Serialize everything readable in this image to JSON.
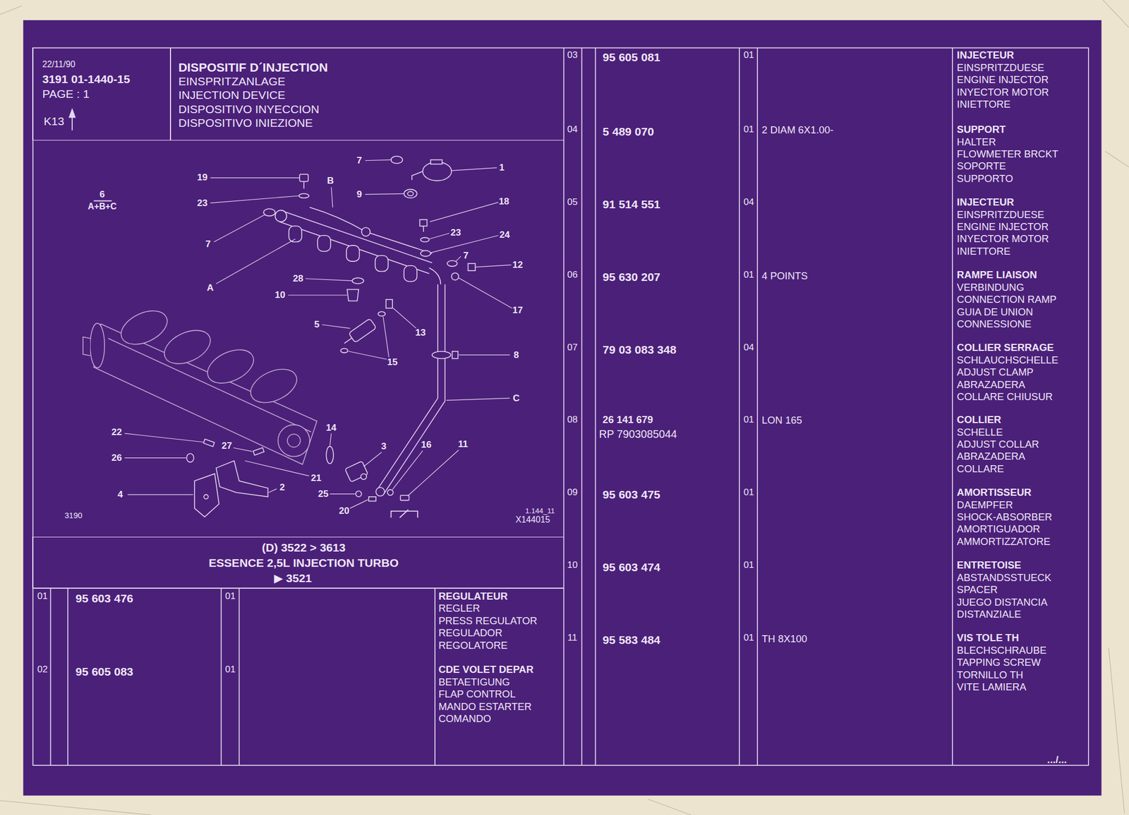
{
  "diagram": {
    "nodes": [
      {
        "text": [
          "22/11/90",
          "3191 01-1440-15",
          "PAGE : 1",
          "K13"
        ]
      },
      {
        "text": [
          "DISPOSITIF D´INJECTION",
          "EINSPRITZANLAGE",
          "INJECTION DEVICE",
          "DISPOSITIVO INYECCION",
          "DISPOSITIVO INIEZIONE"
        ]
      },
      {
        "text": [
          "(D) 3522 > 3613",
          "ESSENCE 2,5L INJECTION TURBO",
          "▶ 3521"
        ]
      }
    ],
    "labels": [
      "7",
      "1",
      "19",
      "B",
      "9",
      "6",
      "A+B+C",
      "23",
      "18",
      "23",
      "24",
      "7",
      "7",
      "12",
      "28",
      "A",
      "10",
      "17",
      "5",
      "13",
      "8",
      "15",
      "C",
      "14",
      "22",
      "11",
      "16",
      "27",
      "3",
      "26",
      "21",
      "2",
      "4",
      "25",
      "1.144_11",
      "20",
      "3190",
      "X144015",
      "01",
      "95 603 476",
      "01",
      "REGULATEUR",
      "REGLER",
      "PRESS REGULATOR",
      "REGULADOR",
      "REGOLATORE",
      "02",
      "95 605 083",
      "01",
      "CDE VOLET DEPAR",
      "BETAETIGUNG",
      "FLAP CONTROL",
      "MANDO ESTARTER",
      "COMANDO",
      "03",
      "95 605 081",
      "01",
      "INJECTEUR",
      "EINSPRITZDUESE",
      "ENGINE INJECTOR",
      "INYECTOR MOTOR",
      "INIETTORE",
      "04",
      "5 489 070",
      "01",
      "2 DIAM 6X1.00-",
      "SUPPORT",
      "HALTER",
      "FLOWMETER BRCKT",
      "SOPORTE",
      "SUPPORTO",
      "05",
      "91 514 551",
      "04",
      "INJECTEUR",
      "EINSPRITZDUESE",
      "ENGINE INJECTOR",
      "INYECTOR MOTOR",
      "INIETTORE",
      "06",
      "95 630 207",
      "01",
      "4 POINTS",
      "RAMPE LIAISON",
      "VERBINDUNG",
      "CONNECTION RAMP",
      "GUIA DE UNION",
      "CONNESSIONE",
      "07",
      "79 03 083 348",
      "04",
      "COLLIER SERRAGE",
      "SCHLAUCHSCHELLE",
      "ADJUST CLAMP",
      "ABRAZADERA",
      "COLLARE CHIUSUR",
      "08",
      "26 141 679",
      "RP 7903085044",
      "01",
      "LON 165",
      "COLLIER",
      "SCHELLE",
      "ADJUST COLLAR",
      "ABRAZADERA",
      "COLLARE",
      "09",
      "95 603 475",
      "01",
      "AMORTISSEUR",
      "DAEMPFER",
      "SHOCK-ABSORBER",
      "AMORTIGUADOR",
      "AMMORTIZZATORE",
      "10",
      "95 603 474",
      "01",
      "ENTRETOISE",
      "ABSTANDSSTUECK",
      "SPACER",
      "JUEGO DISTANCIA",
      "DISTANZIALE",
      "11",
      "95 583 484",
      "01",
      "TH 8X100",
      "VIS TOLE TH",
      "BLECHSCHRAUBE",
      "TAPPING SCREW",
      "TORNILLO TH",
      "VITE LAMIERA",
      ".../..."
    ]
  }
}
